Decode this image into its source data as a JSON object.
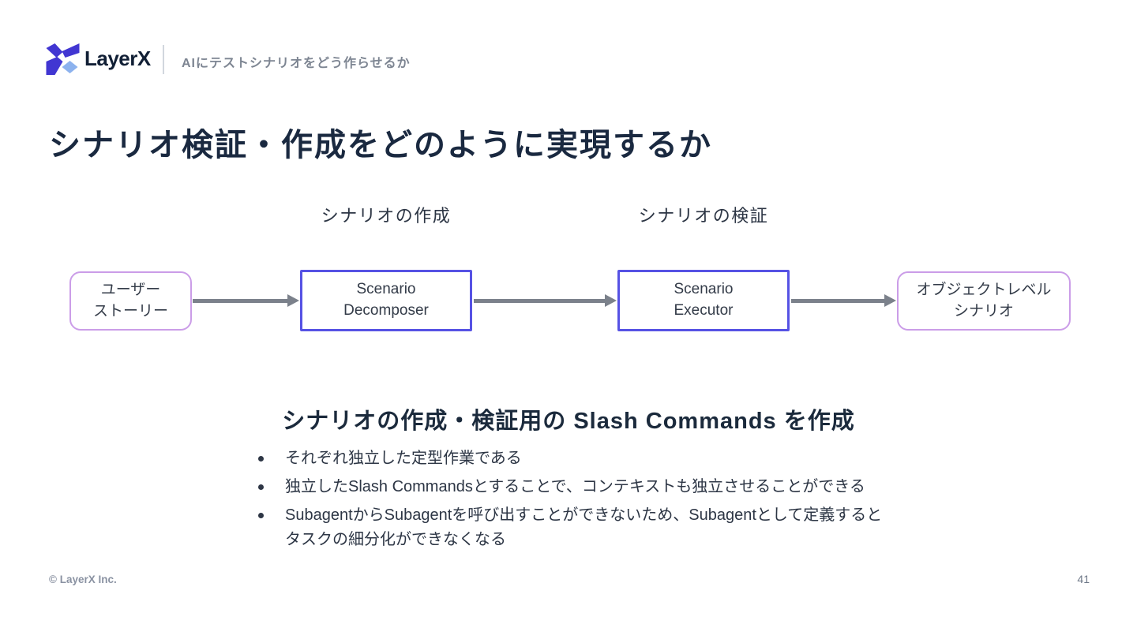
{
  "header": {
    "logo_text": "LayerX",
    "subtitle": "AIにテストシナリオをどう作らせるか"
  },
  "title": "シナリオ検証・作成をどのように実現するか",
  "diagram": {
    "stage_labels": [
      {
        "label": "シナリオの作成"
      },
      {
        "label": "シナリオの検証"
      }
    ],
    "nodes": [
      {
        "id": "user-story",
        "line1": "ユーザー",
        "line2": "ストーリー",
        "style": "purple"
      },
      {
        "id": "scenario-decomposer",
        "line1": "Scenario",
        "line2": "Decomposer",
        "style": "indigo"
      },
      {
        "id": "scenario-executor",
        "line1": "Scenario",
        "line2": "Executor",
        "style": "indigo"
      },
      {
        "id": "object-level-scenario",
        "line1": "オブジェクトレベル",
        "line2": "シナリオ",
        "style": "purple"
      }
    ]
  },
  "body": {
    "headline": "シナリオの作成・検証用の Slash Commands を作成",
    "bullets": [
      "それぞれ独立した定型作業である",
      "独立したSlash Commandsとすることで、コンテキストも独立させることができる",
      "SubagentからSubagentを呼び出すことができないため、Subagentとして定義するとタスクの細分化ができなくなる"
    ]
  },
  "footer": {
    "copyright": "© LayerX Inc.",
    "page_number": "41"
  },
  "colors": {
    "title_text": "#1a2940",
    "body_text": "#2d3645",
    "indigo_border": "#5652e4",
    "purple_border": "#cb9de8",
    "arrow_gray": "#7b818b",
    "logo_indigo": "#4136d2",
    "logo_light_blue": "#8cb2ee",
    "header_subtitle_gray": "#7d8592",
    "footer_gray": "#8a92a2"
  }
}
